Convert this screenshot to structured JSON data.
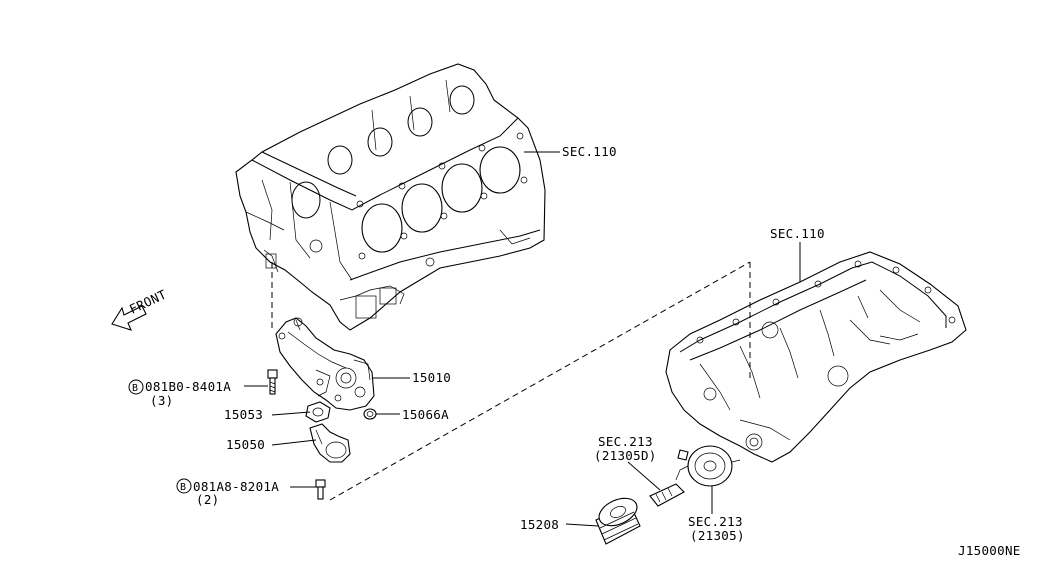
{
  "diagram_id": "J15000NE",
  "front_label": "FRONT",
  "labels": {
    "sec110_block": "SEC.110",
    "sec110_pan": "SEC.110",
    "p15010": "15010",
    "p15066a": "15066A",
    "p15053": "15053",
    "p15050": "15050",
    "bolt1_code": "081B0-8401A",
    "bolt1_qty": "(3)",
    "bolt2_code": "081A8-8201A",
    "bolt2_qty": "(2)",
    "sec213_a": "SEC.213",
    "sec213_a_sub": "(21305D)",
    "sec213_b": "SEC.213",
    "sec213_b_sub": "(21305)",
    "p15208": "15208",
    "bolt_marker": "B"
  }
}
